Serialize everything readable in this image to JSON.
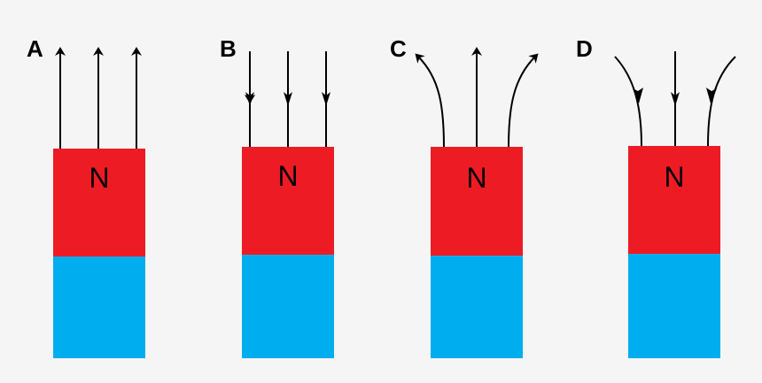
{
  "colors": {
    "background": "#f5f5f5",
    "north": "#ed1c24",
    "south": "#00aeef",
    "line": "#000000",
    "text": "#000000"
  },
  "panels": [
    {
      "label": "A",
      "pole": "N",
      "field_direction": "up",
      "field_shape": "straight"
    },
    {
      "label": "B",
      "pole": "N",
      "field_direction": "down",
      "field_shape": "straight"
    },
    {
      "label": "C",
      "pole": "N",
      "field_direction": "up",
      "field_shape": "diverging"
    },
    {
      "label": "D",
      "pole": "N",
      "field_direction": "down",
      "field_shape": "converging"
    }
  ]
}
